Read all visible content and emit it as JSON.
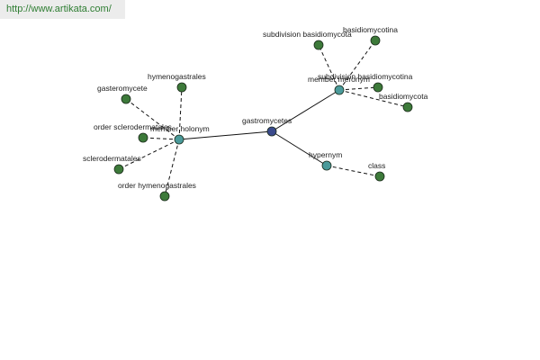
{
  "watermark": "http://www.artikata.com/",
  "colors": {
    "root": "#3a4a8c",
    "relation": "#4a9a9a",
    "leaf": "#3d7a3a",
    "edge": "#111111",
    "watermark_bg": "#ececec",
    "watermark_text": "#2e7d32"
  },
  "nodes": [
    {
      "id": "root",
      "label": "gastromycetes",
      "kind": "root"
    },
    {
      "id": "member-holonym",
      "label": "member holonym",
      "kind": "relation"
    },
    {
      "id": "member-meronym",
      "label": "member meronym",
      "kind": "relation"
    },
    {
      "id": "hypernym",
      "label": "hypernym",
      "kind": "relation"
    },
    {
      "id": "hymenogastrales",
      "label": "hymenogastrales",
      "kind": "leaf"
    },
    {
      "id": "gasteromycete",
      "label": "gasteromycete",
      "kind": "leaf"
    },
    {
      "id": "order-sclerodermatales",
      "label": "order sclerodermatales",
      "kind": "leaf"
    },
    {
      "id": "sclerodermatales",
      "label": "sclerodermatales",
      "kind": "leaf"
    },
    {
      "id": "order-hymenogastrales",
      "label": "order hymenogastrales",
      "kind": "leaf"
    },
    {
      "id": "subdivision-basidiomycota",
      "label": "subdivision basidiomycota",
      "kind": "leaf"
    },
    {
      "id": "basidiomycotina",
      "label": "basidiomycotina",
      "kind": "leaf"
    },
    {
      "id": "subdivision-basidiomycotina",
      "label": "subdivision basidiomycotina",
      "kind": "leaf"
    },
    {
      "id": "basidiomycota",
      "label": "basidiomycota",
      "kind": "leaf"
    },
    {
      "id": "class",
      "label": "class",
      "kind": "leaf"
    }
  ],
  "edges": [
    {
      "from": "root",
      "to": "member-holonym",
      "style": "solid"
    },
    {
      "from": "root",
      "to": "member-meronym",
      "style": "solid"
    },
    {
      "from": "root",
      "to": "hypernym",
      "style": "solid"
    },
    {
      "from": "member-holonym",
      "to": "hymenogastrales",
      "style": "dashed"
    },
    {
      "from": "member-holonym",
      "to": "gasteromycete",
      "style": "dashed"
    },
    {
      "from": "member-holonym",
      "to": "order-sclerodermatales",
      "style": "dashed"
    },
    {
      "from": "member-holonym",
      "to": "sclerodermatales",
      "style": "dashed"
    },
    {
      "from": "member-holonym",
      "to": "order-hymenogastrales",
      "style": "dashed"
    },
    {
      "from": "member-meronym",
      "to": "subdivision-basidiomycota",
      "style": "dashed"
    },
    {
      "from": "member-meronym",
      "to": "basidiomycotina",
      "style": "dashed"
    },
    {
      "from": "member-meronym",
      "to": "subdivision-basidiomycotina",
      "style": "dashed"
    },
    {
      "from": "member-meronym",
      "to": "basidiomycota",
      "style": "dashed"
    },
    {
      "from": "hypernym",
      "to": "class",
      "style": "dashed"
    }
  ]
}
